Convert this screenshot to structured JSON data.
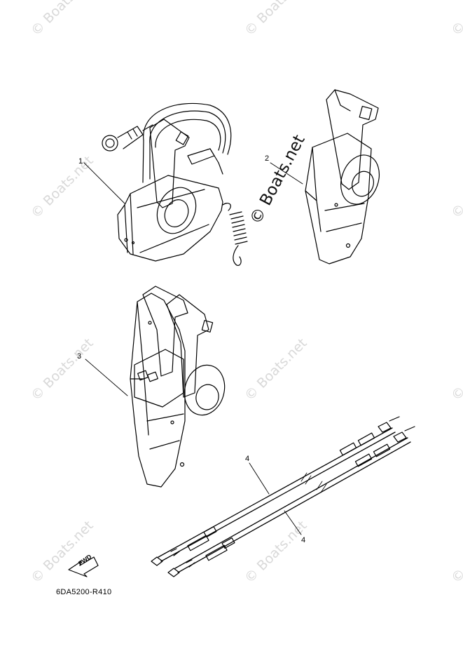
{
  "watermark_text": "© Boats.net",
  "center_watermark_text": "© Boats.net",
  "callouts": {
    "c1": "1",
    "c2": "2",
    "c3": "3",
    "c4a": "4",
    "c4b": "4"
  },
  "diagram_code": "6DA5200-R410",
  "fwd_label": "FWD"
}
